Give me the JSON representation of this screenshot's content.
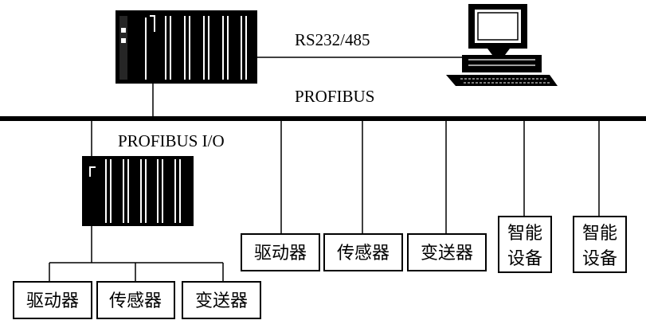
{
  "labels": {
    "serial_link": "RS232/485",
    "main_bus": "PROFIBUS",
    "io_bus": "PROFIBUS I/O"
  },
  "io_devices": [
    {
      "text": "驱动器"
    },
    {
      "text": "传感器"
    },
    {
      "text": "变送器"
    }
  ],
  "field_devices": [
    {
      "text": "驱动器"
    },
    {
      "text": "传感器"
    },
    {
      "text": "变送器"
    },
    {
      "lines": [
        "智能",
        "设备"
      ]
    },
    {
      "lines": [
        "智能",
        "设备"
      ]
    }
  ]
}
